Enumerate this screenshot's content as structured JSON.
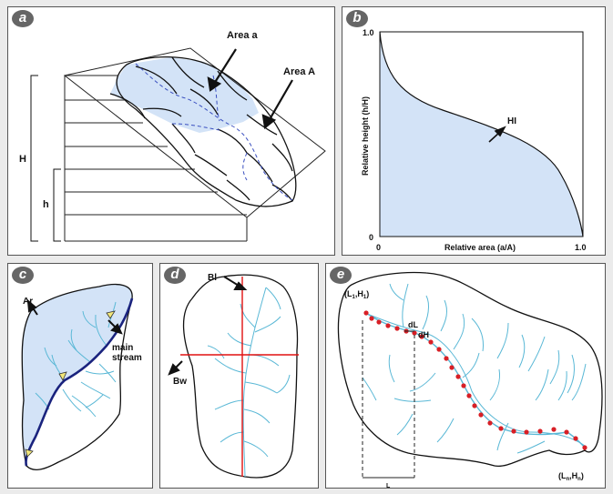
{
  "panel_a": {
    "letter": "a",
    "area_a": "Area a",
    "area_A": "Area A",
    "H": "H",
    "h": "h"
  },
  "panel_b": {
    "letter": "b",
    "y_top": "1.0",
    "y_zero": "0",
    "x_zero": "0",
    "x_end": "1.0",
    "ylabel": "Relative height (h/H)",
    "xlabel": "Relative area (a/A)",
    "curve_label": "HI"
  },
  "panel_c": {
    "letter": "c",
    "ar": "Ar",
    "main_stream_1": "main",
    "main_stream_2": "stream"
  },
  "panel_d": {
    "letter": "d",
    "bl": "Bl",
    "bw": "Bw"
  },
  "panel_e": {
    "letter": "e",
    "start": "(L",
    "start_sub1": "1",
    "start_sep": ",H",
    "start_sub2": "1",
    "start_close": ")",
    "end": "(L",
    "end_sub1": "n",
    "end_sep": ",H",
    "end_sub2": "n",
    "end_close": ")",
    "dl": "dL",
    "dh": "dH",
    "L": "L"
  },
  "colors": {
    "fill_blue": "#d3e3f7",
    "stream_cyan": "#5ab8d6",
    "main_stream": "#1a237e",
    "red_axis": "#e01010",
    "dot_red": "#d81f26",
    "badge": "#666666"
  }
}
